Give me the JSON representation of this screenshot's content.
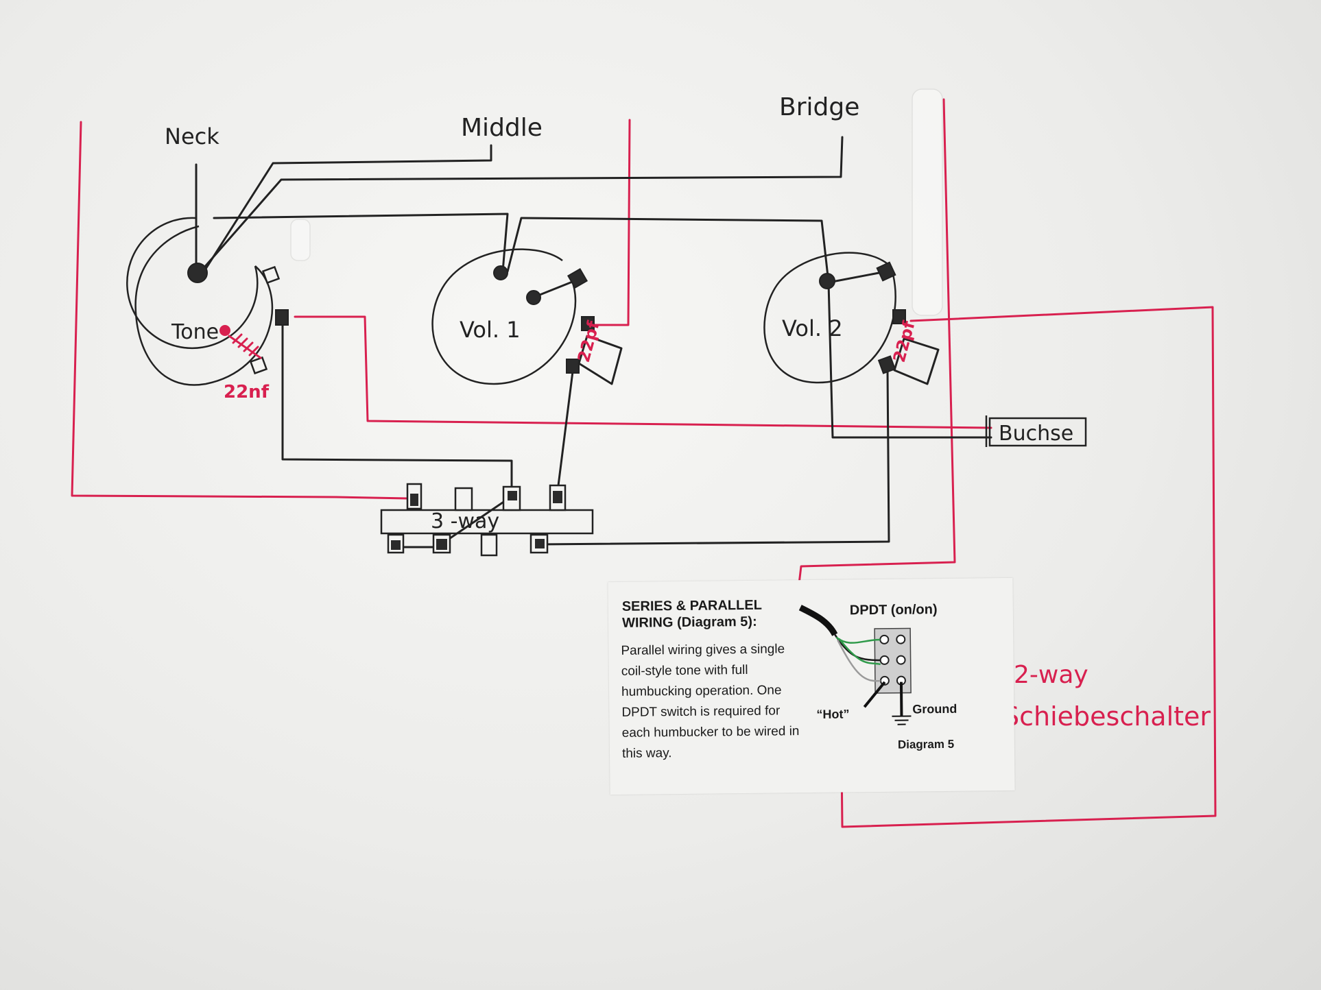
{
  "labels": {
    "neck": "Neck",
    "middle": "Middle",
    "bridge": "Bridge",
    "tone": "Tone",
    "vol1": "Vol. 1",
    "vol2": "Vol. 2",
    "cap_tone": "22nf",
    "cap_vol1": "22pf",
    "cap_vol2": "22pf",
    "switch3": "3 -way",
    "jack": "Buchse",
    "switch2_line1": "2-way",
    "switch2_line2": "Schiebeschalter"
  },
  "clipping": {
    "title": "SERIES & PARALLEL WIRING (Diagram 5):",
    "body": "Parallel wiring gives a single coil-style tone with full humbucking operation. One DPDT switch is required for each humbucker to be wired in this way.",
    "switch_label": "DPDT (on/on)",
    "hot_label": "“Hot”",
    "ground_label": "Ground",
    "caption": "Diagram 5"
  },
  "colors": {
    "ink_black": "#222222",
    "ink_red": "#d8204f",
    "paper": "#f2f2f0"
  }
}
